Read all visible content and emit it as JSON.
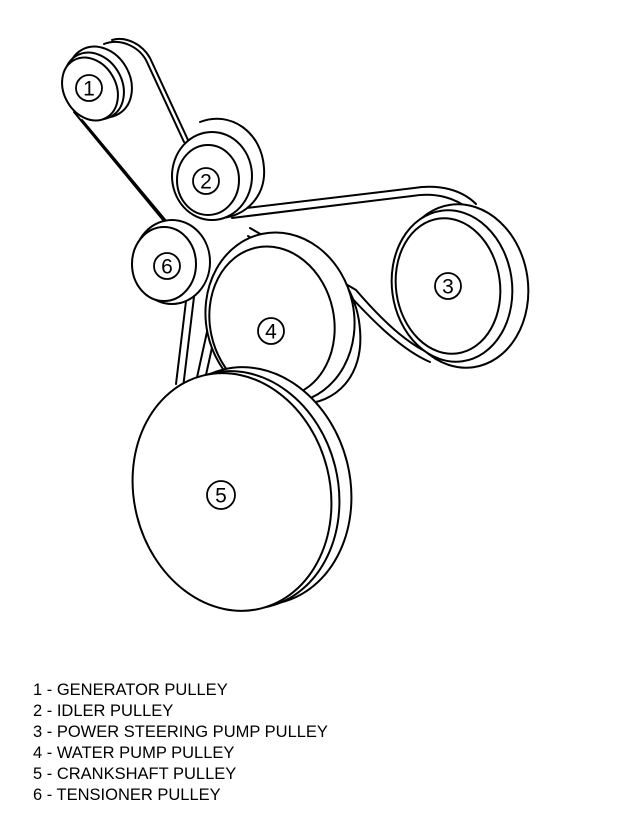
{
  "callouts": [
    "1",
    "2",
    "3",
    "4",
    "5",
    "6"
  ],
  "legend": [
    {
      "number": "1",
      "label": "1 - GENERATOR PULLEY"
    },
    {
      "number": "2",
      "label": "2 - IDLER PULLEY"
    },
    {
      "number": "3",
      "label": "3 - POWER STEERING PUMP PULLEY"
    },
    {
      "number": "4",
      "label": "4 - WATER PUMP PULLEY"
    },
    {
      "number": "5",
      "label": "5 - CRANKSHAFT PULLEY"
    },
    {
      "number": "6",
      "label": "6 - TENSIONER PULLEY"
    }
  ],
  "colors": {
    "line": "#000000",
    "fill": "#ffffff"
  }
}
